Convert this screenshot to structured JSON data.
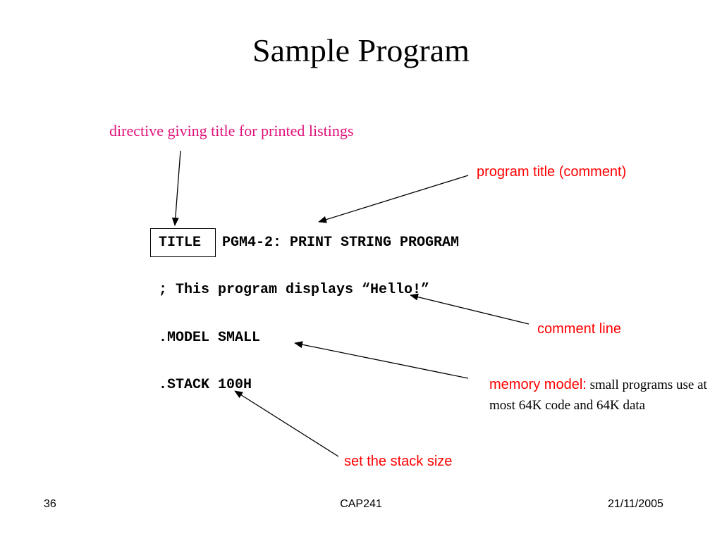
{
  "slide": {
    "title": "Sample Program",
    "code_lines": {
      "title_keyword": "TITLE",
      "title_rest": "PGM4-2: PRINT STRING PROGRAM",
      "comment": "; This program displays “Hello!”",
      "model": ".MODEL SMALL",
      "stack": ".STACK 100H"
    },
    "annotations": {
      "directive": "directive giving title for printed listings",
      "program_title": "program title (comment)",
      "comment_line": "comment line",
      "memory_model_head": "memory model:",
      "memory_model_body": " small programs use at most 64K code and 64K data",
      "stack_size": "set the stack size"
    },
    "footer": {
      "page_number": "36",
      "course": "CAP241",
      "date": "21/11/2005"
    },
    "colors": {
      "directive_note": "#e0137a",
      "note": "#ff0000",
      "text": "#000000"
    }
  }
}
